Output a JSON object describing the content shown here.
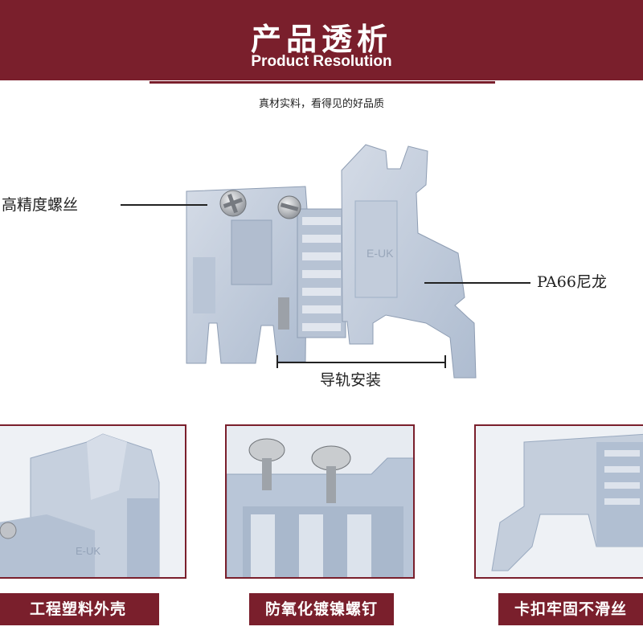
{
  "header": {
    "title": "产品透析",
    "subtitle": "Product Resolution",
    "tagline": "真材实料，看得见的好品质"
  },
  "product": {
    "mark": "E-UK",
    "callouts": {
      "screw": "高精度螺丝",
      "material": "PA66尼龙",
      "rail": "导轨安装"
    }
  },
  "features": [
    {
      "label": "工程塑料外壳"
    },
    {
      "label": "防氧化镀镍螺钉"
    },
    {
      "label": "卡扣牢固不滑丝"
    }
  ],
  "colors": {
    "brand": "#7a1f2c",
    "plastic": "#c8d2e0",
    "plastic_shadow": "#9fb0c6",
    "metal": "#b9bcc0"
  }
}
